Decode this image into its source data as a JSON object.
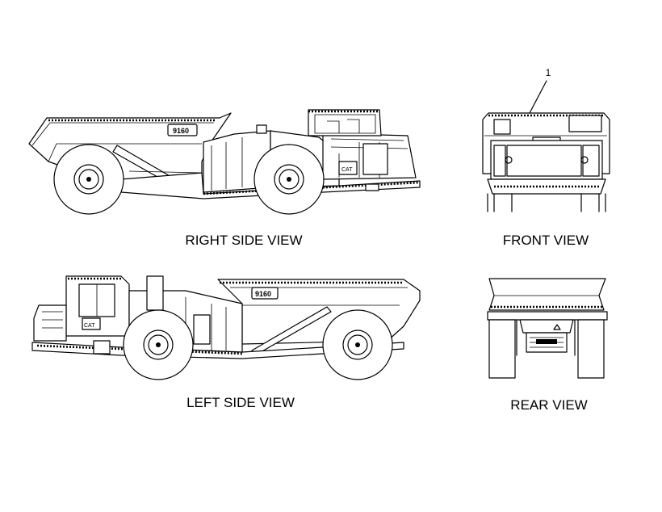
{
  "views": {
    "right_side": {
      "label": "RIGHT SIDE VIEW"
    },
    "front": {
      "label": "FRONT VIEW",
      "callout": "1"
    },
    "left_side": {
      "label": "LEFT SIDE VIEW"
    },
    "rear": {
      "label": "REAR VIEW"
    }
  }
}
